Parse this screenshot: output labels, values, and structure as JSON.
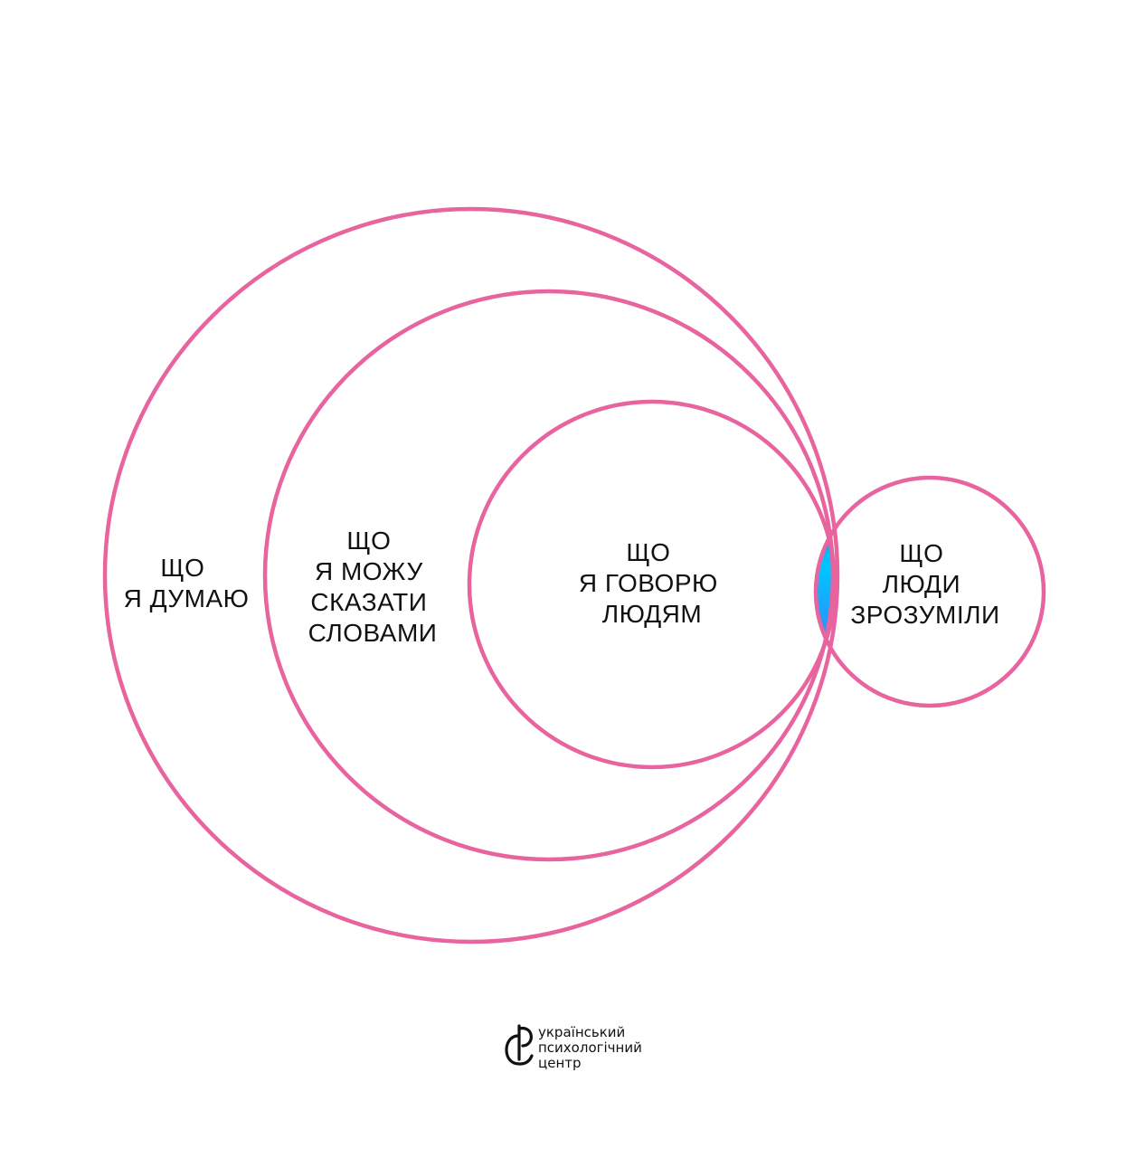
{
  "circles": [
    {
      "id": "think",
      "lines": [
        "ЩО",
        "Я ДУМАЮ"
      ]
    },
    {
      "id": "say",
      "lines": [
        "ЩО",
        "Я МОЖУ",
        "СКАЗАТИ",
        "СЛОВАМИ"
      ]
    },
    {
      "id": "tell",
      "lines": [
        "ЩО",
        "Я ГОВОРЮ",
        "ЛЮДЯМ"
      ]
    },
    {
      "id": "understood",
      "lines": [
        "ЩО",
        "ЛЮДИ",
        "ЗРОЗУМІЛИ"
      ]
    }
  ],
  "colors": {
    "ring": "#e8649f",
    "overlap_gradient": [
      "#3a0ca3",
      "#00c6ff",
      "#7b2ff7"
    ],
    "text": "#111111"
  },
  "logo": {
    "icon": "ucp-logo-icon",
    "lines": [
      "український",
      "психологічний",
      "центр"
    ]
  }
}
